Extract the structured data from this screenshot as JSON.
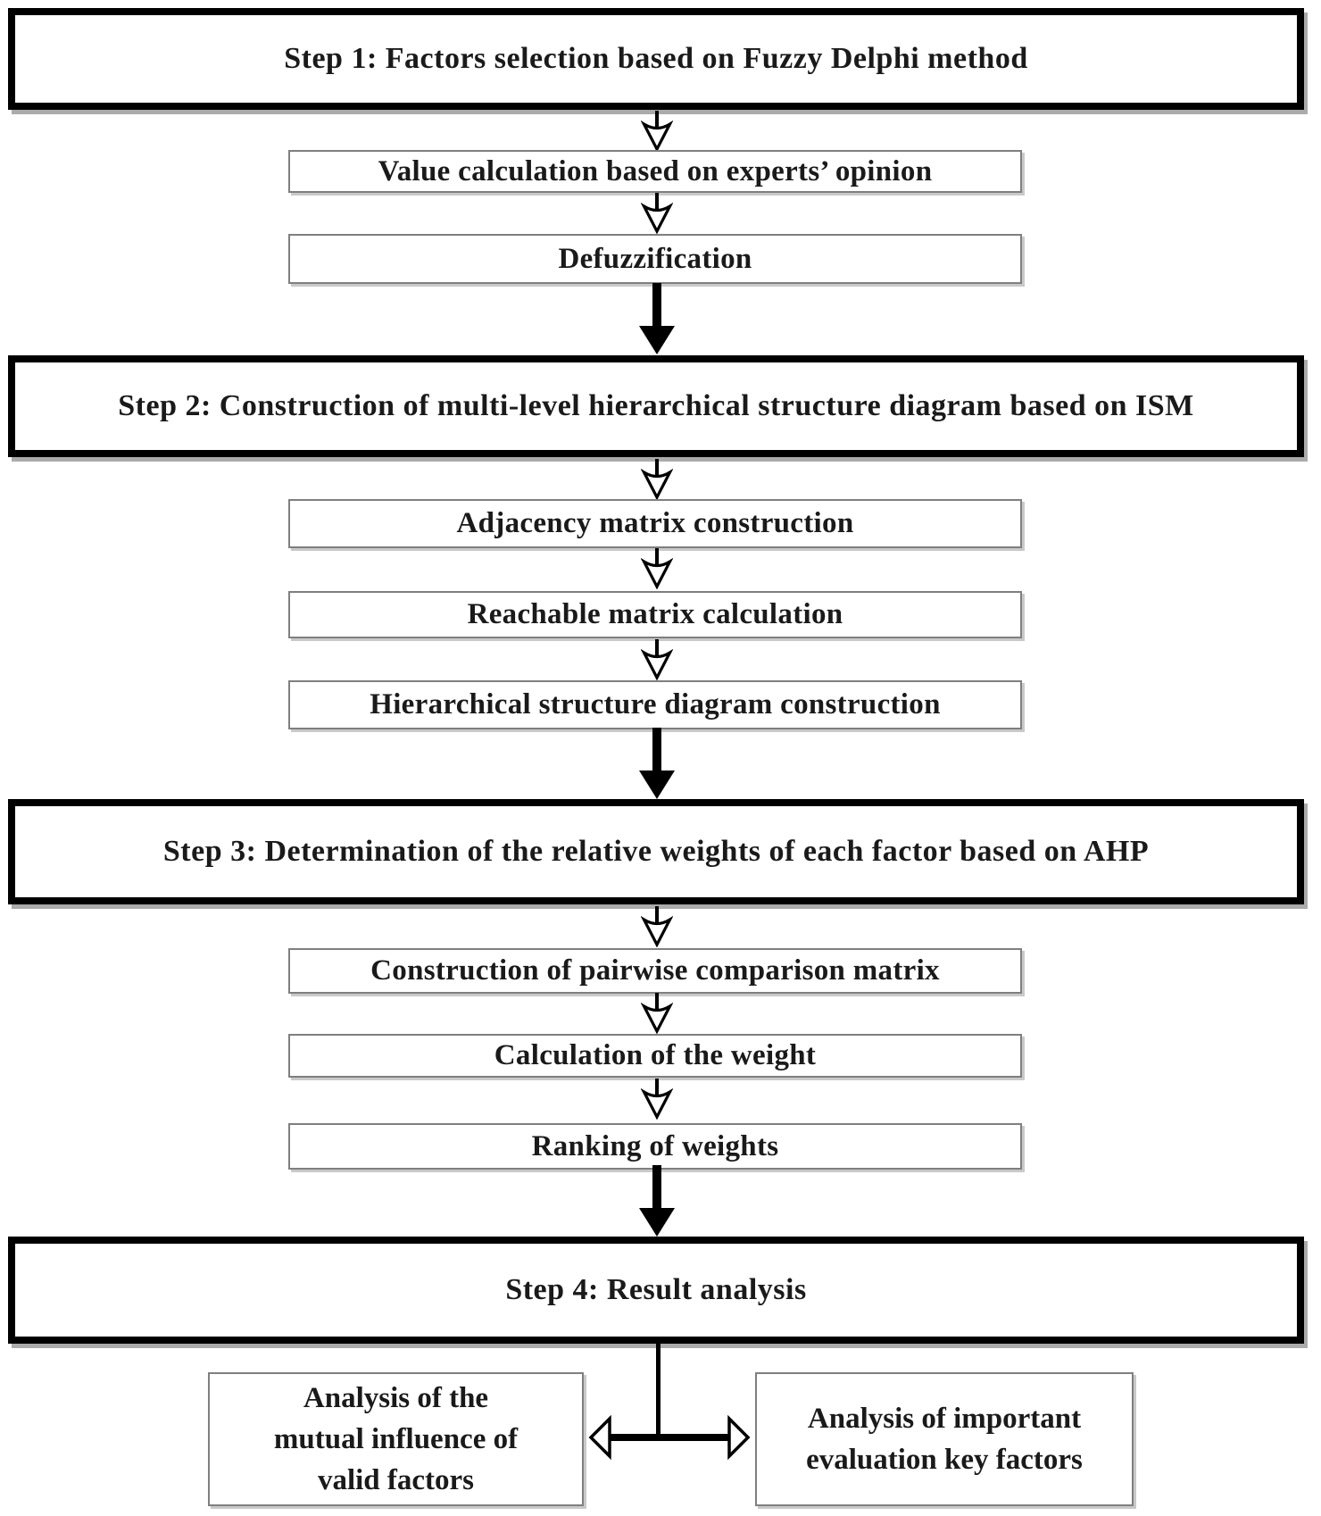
{
  "flowchart": {
    "steps": [
      {
        "label": "Step 1: Factors selection based on Fuzzy Delphi method",
        "substeps": [
          "Value calculation based on experts’ opinion",
          "Defuzzification"
        ]
      },
      {
        "label": "Step 2: Construction of multi-level hierarchical structure diagram based on ISM",
        "substeps": [
          "Adjacency matrix construction",
          "Reachable matrix calculation",
          "Hierarchical structure diagram construction"
        ]
      },
      {
        "label": "Step 3: Determination of the relative weights of each factor based on AHP",
        "substeps": [
          "Construction of pairwise comparison matrix",
          "Calculation of the weight",
          "Ranking of weights"
        ]
      },
      {
        "label": "Step 4: Result analysis",
        "outputs": [
          {
            "lines": [
              "Analysis of the",
              "mutual influence of",
              "valid factors"
            ]
          },
          {
            "lines": [
              "Analysis of important",
              "evaluation key factors"
            ]
          }
        ]
      }
    ],
    "icons": {
      "down_arrow_hollow": "stealth open arrowhead pointing down",
      "down_arrow_filled": "solid black arrowhead pointing down",
      "double_arrow_horizontal": "two-headed hollow arrow pointing left and right"
    },
    "colors": {
      "step_border": "#000000",
      "sub_border": "#7f7f7f",
      "text": "#1a1a1a",
      "background": "#ffffff"
    }
  }
}
